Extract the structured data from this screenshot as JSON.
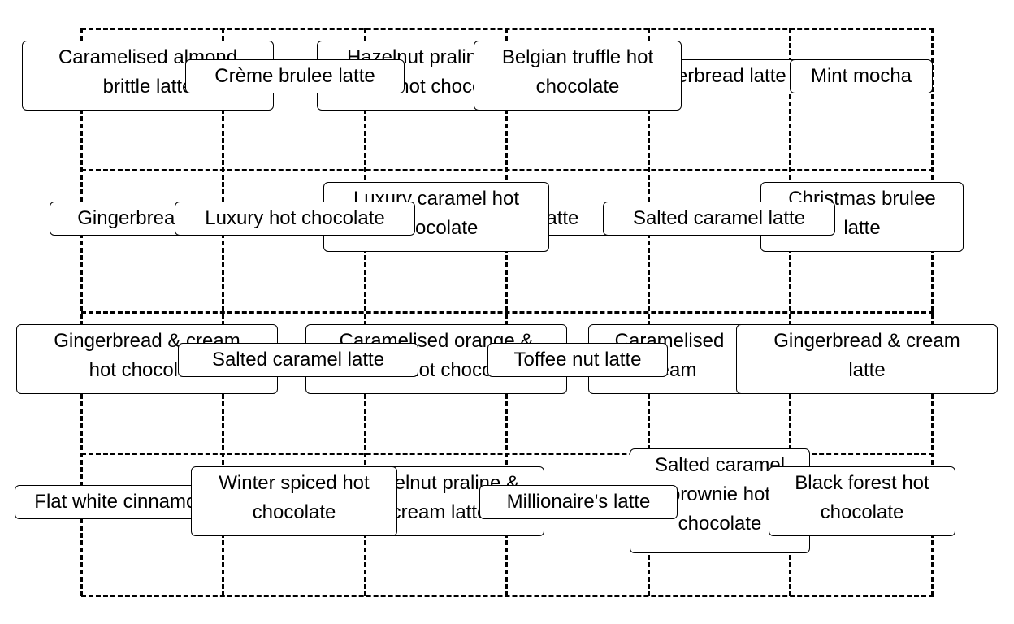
{
  "labels": [
    {
      "id": "caramelised-almond",
      "lines": [
        "Caramelised almond",
        "brittle latte"
      ]
    },
    {
      "id": "hazelnut-praline-hot",
      "lines": [
        "Hazelnut praline &",
        "cream hot chocolate"
      ]
    },
    {
      "id": "gingerbread-latte-top",
      "lines": [
        "Gingerbread latte"
      ]
    },
    {
      "id": "creme-brulee",
      "lines": [
        "Crème brulee latte"
      ]
    },
    {
      "id": "belgian-truffle",
      "lines": [
        "Belgian truffle hot",
        "chocolate"
      ]
    },
    {
      "id": "mint-mocha",
      "lines": [
        "Mint mocha"
      ]
    },
    {
      "id": "gingerbread-mid",
      "lines": [
        "Gingerbread latte"
      ]
    },
    {
      "id": "eggnog",
      "lines": [
        "Eggnog latte"
      ]
    },
    {
      "id": "luxury-caramel",
      "lines": [
        "Luxury caramel hot",
        "chocolate"
      ]
    },
    {
      "id": "luxury-hot-chocolate",
      "lines": [
        "Luxury hot chocolate"
      ]
    },
    {
      "id": "christmas-brulee",
      "lines": [
        "Christmas brulee",
        "latte"
      ]
    },
    {
      "id": "salted-caramel-latte",
      "lines": [
        "Salted caramel latte"
      ]
    },
    {
      "id": "gingerbread-cream-hot",
      "lines": [
        "Gingerbread & cream",
        "hot chocolate"
      ]
    },
    {
      "id": "caramelised-orange",
      "lines": [
        "Caramelised orange &",
        "cream hot chocolate"
      ]
    },
    {
      "id": "salted-caramel-row3",
      "lines": [
        "Salted caramel latte"
      ]
    },
    {
      "id": "caramelised-cream",
      "lines": [
        "Caramelised",
        "cream"
      ]
    },
    {
      "id": "toffee-nut",
      "lines": [
        "Toffee nut latte"
      ]
    },
    {
      "id": "gingerbread-cream-latte",
      "lines": [
        "Gingerbread & cream",
        "latte"
      ]
    },
    {
      "id": "flat-white",
      "lines": [
        "Flat white cinnamon"
      ]
    },
    {
      "id": "hazelnut-praline-latte",
      "lines": [
        "Hazelnut praline &",
        "cream latte"
      ]
    },
    {
      "id": "winter-spiced",
      "lines": [
        "Winter spiced hot",
        "chocolate"
      ]
    },
    {
      "id": "salted-caramel-brownie",
      "lines": [
        "Salted caramel",
        "brownie hot",
        "chocolate"
      ]
    },
    {
      "id": "millionaires",
      "lines": [
        "Millionaire's latte"
      ]
    },
    {
      "id": "black-forest",
      "lines": [
        "Black forest hot",
        "chocolate"
      ]
    }
  ]
}
